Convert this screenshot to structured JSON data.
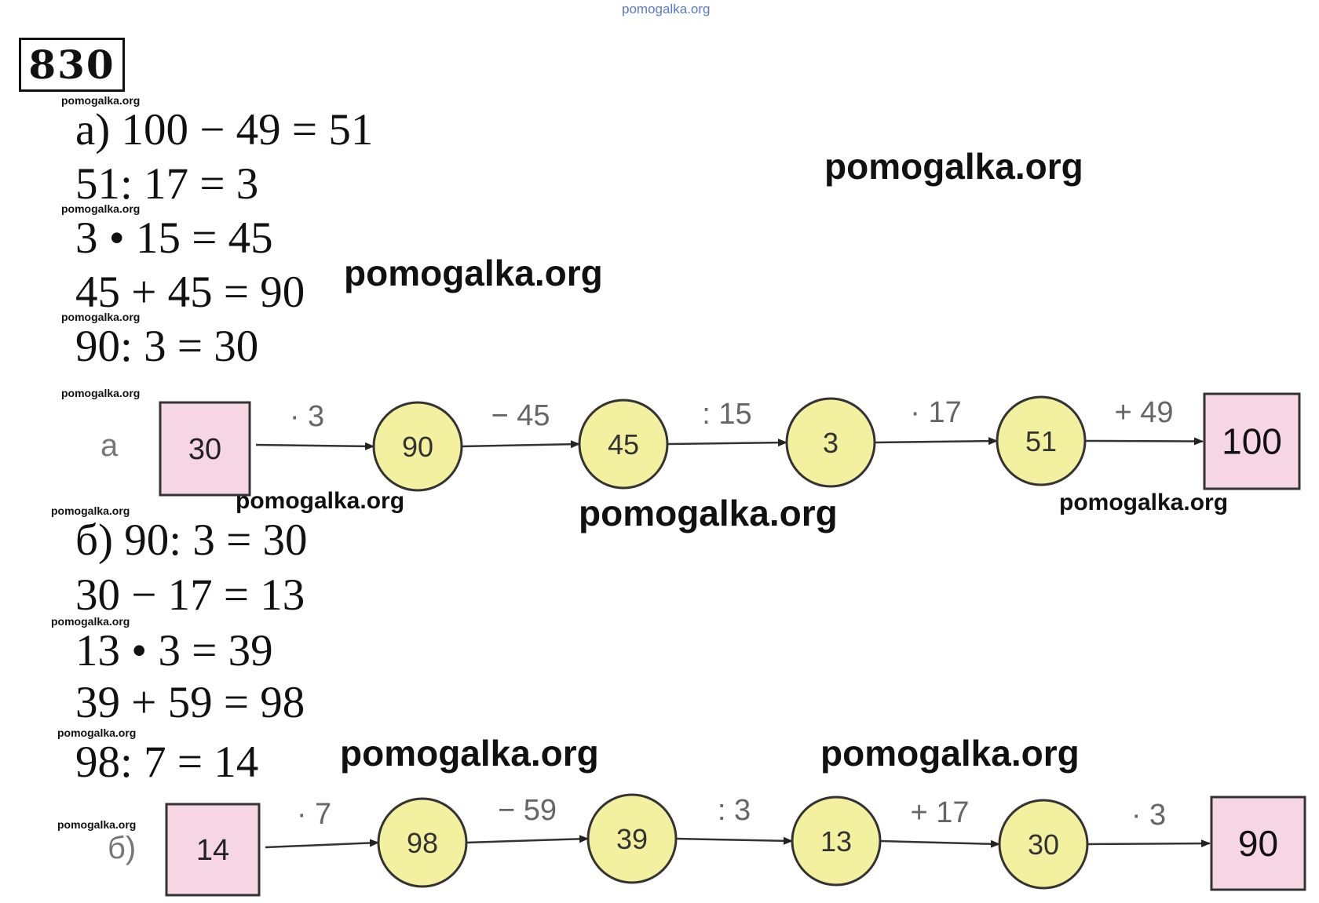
{
  "watermark_top": "pomogalka.org",
  "watermark": "pomogalka.org",
  "task_number": "830",
  "part_a": {
    "equations": [
      "а) 100 − 49 = 51",
      "51: 17 = 3",
      "3 • 15 = 45",
      "45 + 45 = 90",
      "90: 3 = 30"
    ],
    "diagram": {
      "label": "а",
      "start": "30",
      "nodes": [
        "90",
        "45",
        "3",
        "51"
      ],
      "end": "100",
      "operations": [
        "· 3",
        "− 45",
        ": 15",
        "· 17",
        "+ 49"
      ]
    }
  },
  "part_b": {
    "equations": [
      "б) 90: 3 = 30",
      "30 − 17 = 13",
      "13 • 3 = 39",
      "39 + 59 = 98",
      "98: 7 = 14"
    ],
    "diagram": {
      "label": "б)",
      "start": "14",
      "nodes": [
        "98",
        "39",
        "13",
        "30"
      ],
      "end": "90",
      "operations": [
        "· 7",
        "− 59",
        ": 3",
        "+ 17",
        "· 3"
      ]
    }
  },
  "colors": {
    "box_fill": "#f6d6e4",
    "circle_fill": "#f3f0a0",
    "stroke": "#333333"
  }
}
